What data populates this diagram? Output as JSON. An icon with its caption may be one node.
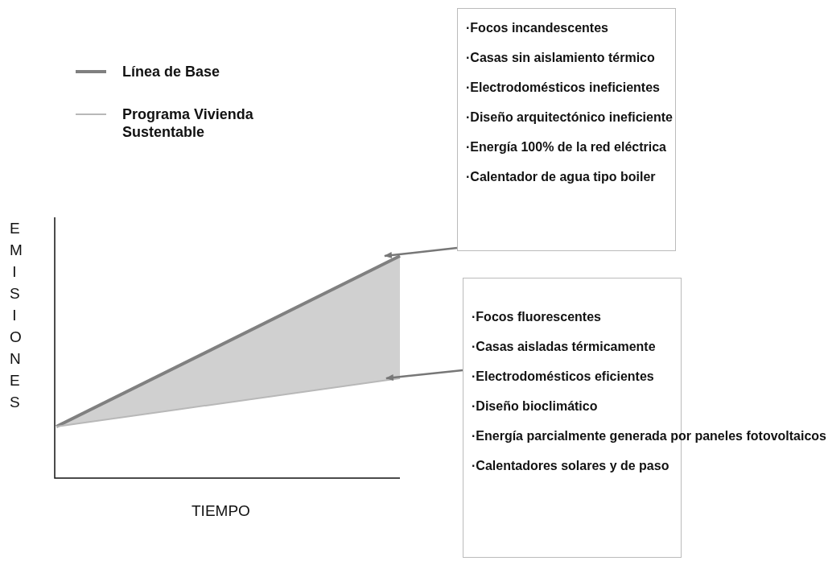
{
  "diagram": {
    "nodes": [
      {
        "text": [
          "·Focos incandescentes",
          "·Casas sin aislamiento térmico",
          "·Electrodomésticos ineficientes",
          "·Diseño arquitectónico ineficiente",
          "·Energía 100% de la red eléctrica",
          "·Calentador de agua tipo boiler"
        ]
      },
      {
        "text": [
          "·Focos fluorescentes",
          "·Casas aisladas térmicamente",
          "·Electrodomésticos eficientes",
          "·Diseño bioclimático",
          "·Energía parcialmente generada por paneles fotovoltaicos",
          "·Calentadores solares y de paso"
        ]
      }
    ],
    "edges": [
      {
        "from": 0,
        "to": null,
        "arrow": "to"
      },
      {
        "from": 1,
        "to": null,
        "arrow": "to"
      }
    ],
    "labels": [
      "EMISIONES",
      "TIEMPO"
    ],
    "legend": [
      {
        "text": "Línea de Base"
      },
      {
        "text": "Programa Vivienda Sustentable"
      }
    ]
  }
}
